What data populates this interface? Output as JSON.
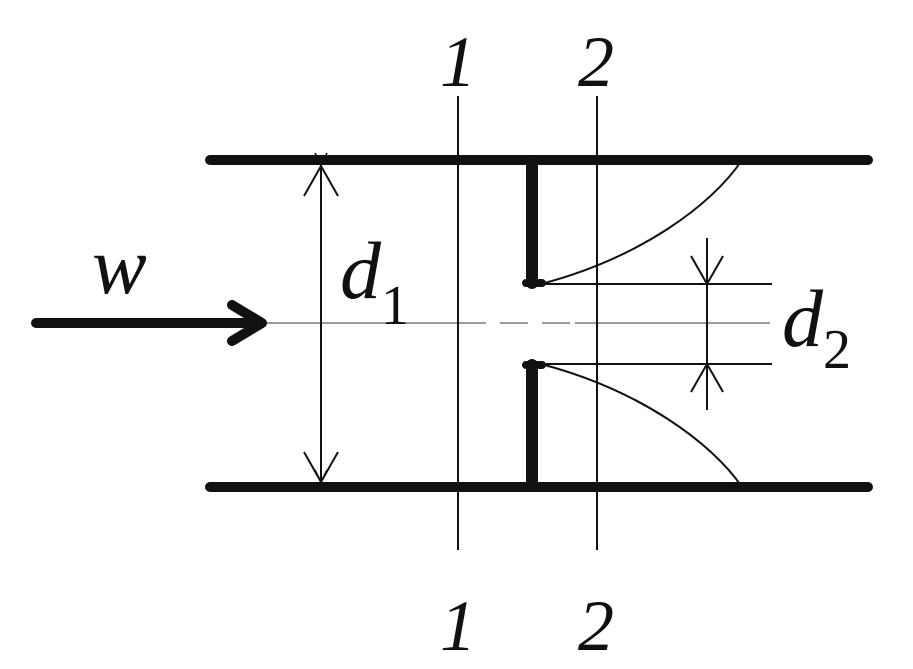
{
  "labels": {
    "flow": "w",
    "d1_main": "d",
    "d1_sub": "1",
    "d2_main": "d",
    "d2_sub": "2",
    "section1_top": "1",
    "section1_bottom": "1",
    "section2_top": "2",
    "section2_bottom": "2"
  },
  "colors": {
    "stroke": "#111111",
    "centerline": "#9a9a9a"
  }
}
